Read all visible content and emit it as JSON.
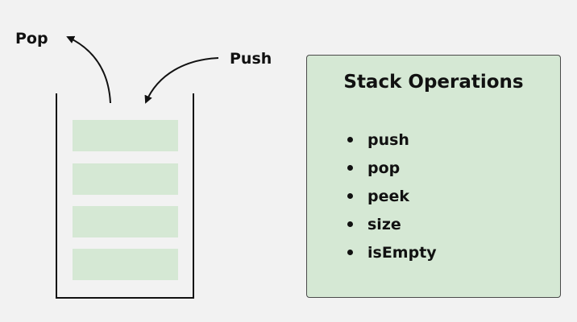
{
  "stack": {
    "pop_label": "Pop",
    "push_label": "Push",
    "slot_count": 4,
    "colors": {
      "slot_fill": "#d5e8d4",
      "container_stroke": "#111111",
      "arrow_stroke": "#111111"
    }
  },
  "operations": {
    "title": "Stack Operations",
    "items": [
      "push",
      "pop",
      "peek",
      "size",
      "isEmpty"
    ],
    "colors": {
      "panel_fill": "#d5e8d4",
      "panel_border": "#4a4a4a"
    }
  }
}
